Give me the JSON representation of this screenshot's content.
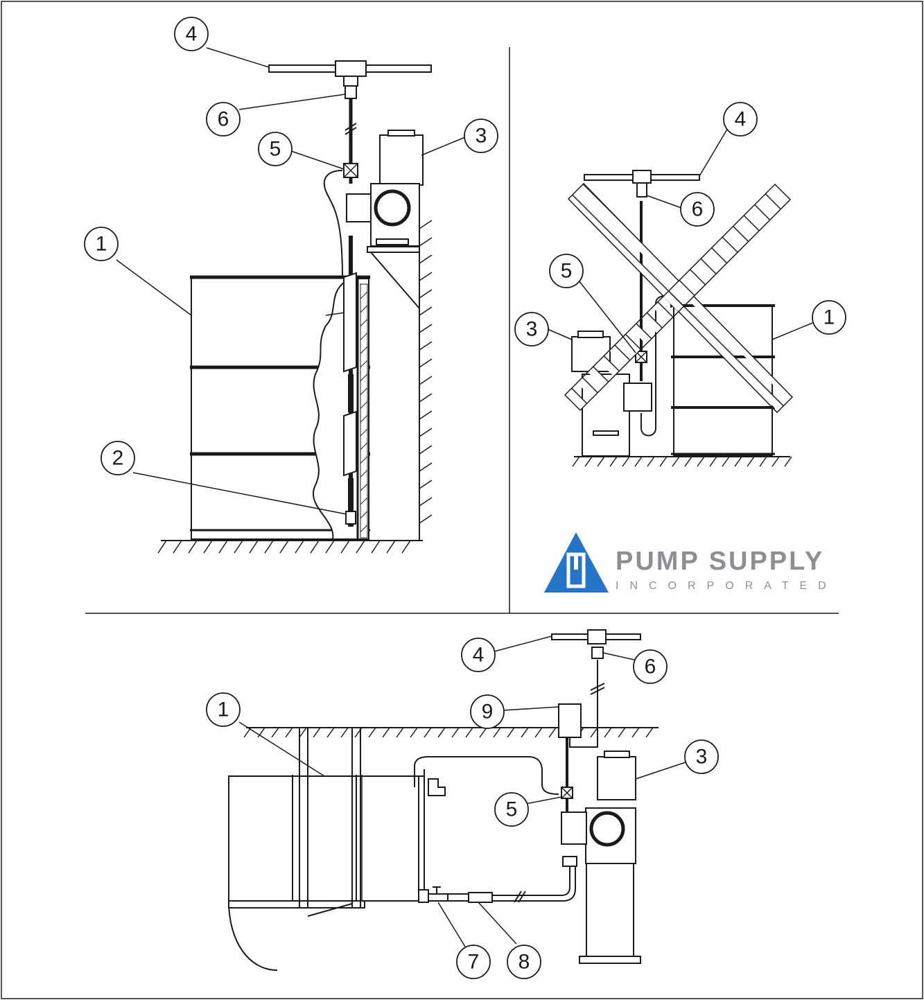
{
  "colors": {
    "line": "#1a1a1a",
    "logo_blue": "#2475c9",
    "logo_grey": "#8c8f93",
    "background": "#ffffff"
  },
  "logo": {
    "name": "PUMP SUPPLY",
    "subtitle": "INCORPORATED"
  },
  "callouts": {
    "top_left": [
      "4",
      "6",
      "5",
      "3",
      "1",
      "2"
    ],
    "top_right": [
      "4",
      "6",
      "5",
      "3",
      "1"
    ],
    "bottom": [
      "4",
      "6",
      "9",
      "1",
      "3",
      "5",
      "7",
      "8"
    ]
  }
}
